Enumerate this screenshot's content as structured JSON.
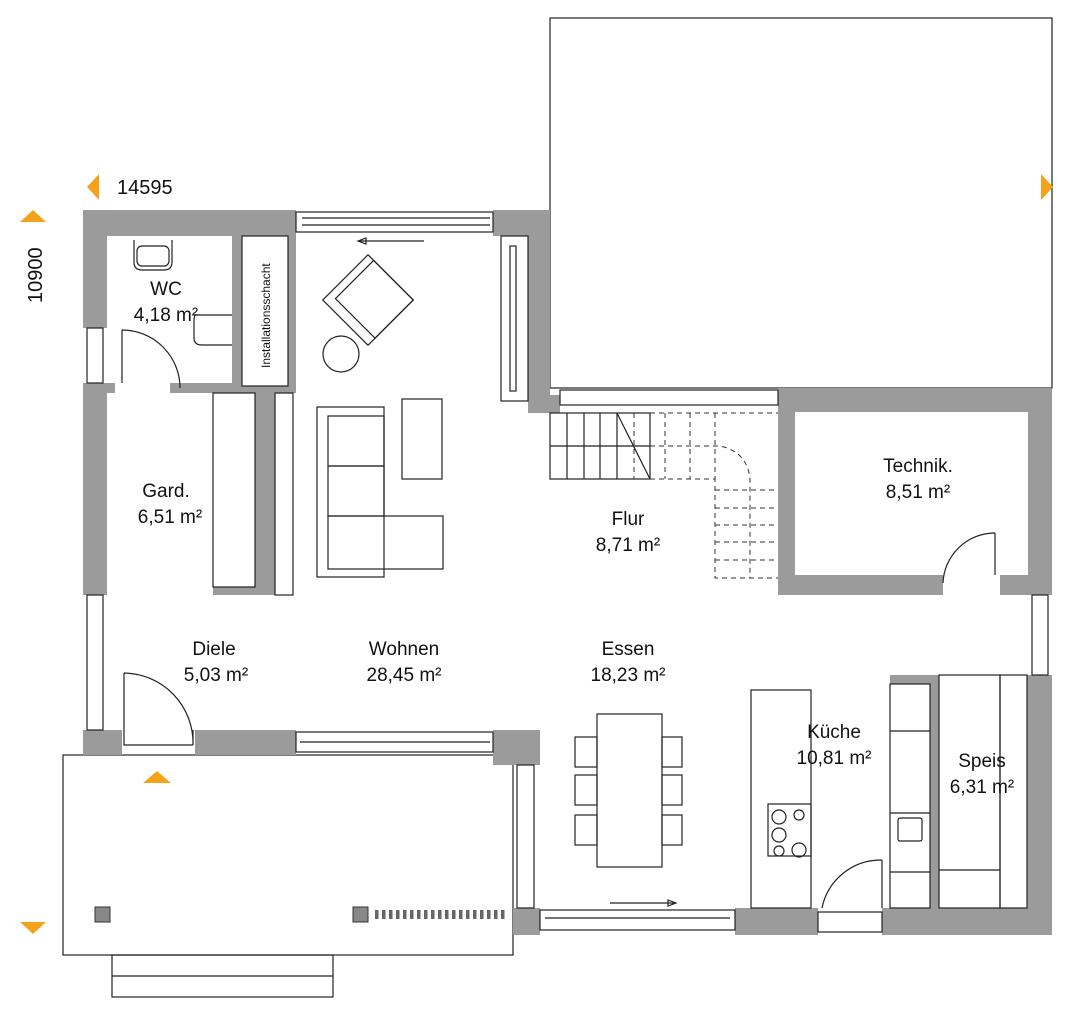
{
  "dimensions": {
    "width_label": "14595",
    "depth_label": "10900"
  },
  "accent_color": "#f5a21b",
  "wall_color": "#9b9b9b",
  "rooms": [
    {
      "name": "WC",
      "area": "4,18 m²"
    },
    {
      "name": "Gard.",
      "area": "6,51 m²"
    },
    {
      "name": "Diele",
      "area": "5,03 m²"
    },
    {
      "name": "Wohnen",
      "area": "28,45 m²"
    },
    {
      "name": "Flur",
      "area": "8,71 m²"
    },
    {
      "name": "Essen",
      "area": "18,23 m²"
    },
    {
      "name": "Technik.",
      "area": "8,51 m²"
    },
    {
      "name": "Küche",
      "area": "10,81 m²"
    },
    {
      "name": "Speis",
      "area": "6,31 m²"
    }
  ],
  "shaft_label": "Installationsschacht"
}
